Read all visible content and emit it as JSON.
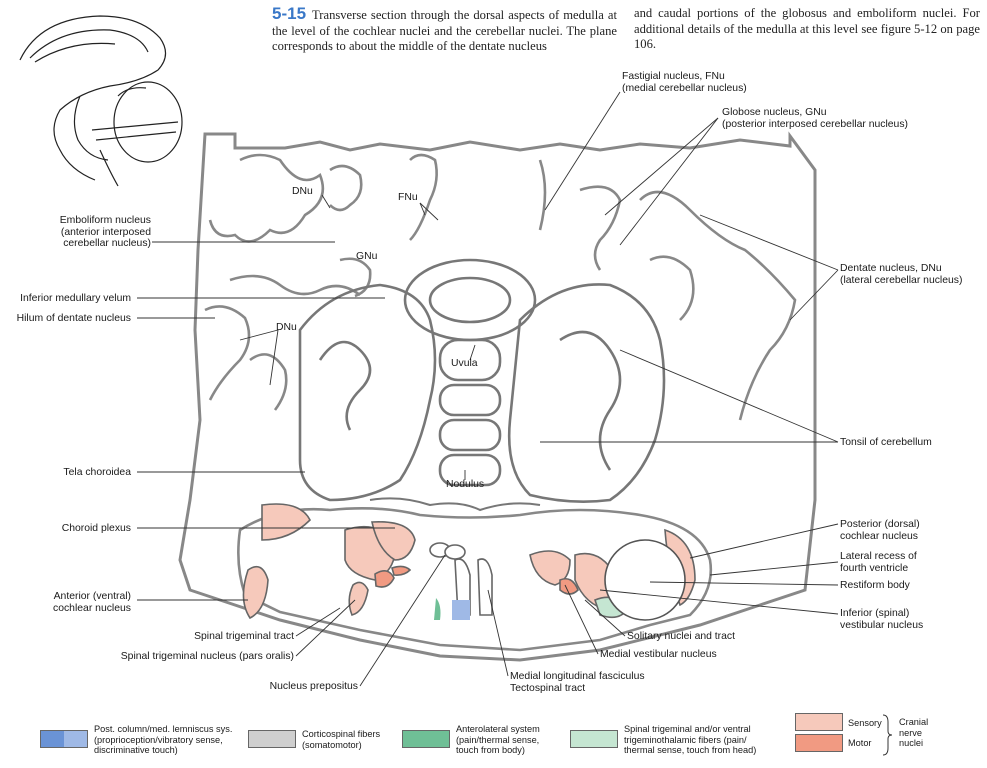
{
  "caption": {
    "figure_number": "5-15",
    "left_text": "Transverse section through the dorsal aspects of medulla at the level of the cochlear nuclei and the cerebellar nuclei. The plane corresponds to about the middle of the dentate nucleus",
    "right_text": "and caudal portions of the globosus and emboliform nuclei. For additional details of the medulla at this level see figure 5-12 on page 106."
  },
  "labels": {
    "fastigial": [
      "Fastigial nucleus, FNu",
      "(medial cerebellar nucleus)"
    ],
    "globose": [
      "Globose nucleus, GNu",
      "(posterior interposed cerebellar nucleus)"
    ],
    "emboliform": [
      "Emboliform nucleus",
      "(anterior interposed",
      "cerebellar nucleus)"
    ],
    "dentate": [
      "Dentate nucleus, DNu",
      "(lateral cerebellar nucleus)"
    ],
    "inferior_medullary_velum": "Inferior medullary velum",
    "hilum_dentate": "Hilum of dentate nucleus",
    "tonsil": "Tonsil of cerebellum",
    "tela_choroidea": "Tela choroidea",
    "choroid_plexus": "Choroid plexus",
    "posterior_cochlear": [
      "Posterior (dorsal)",
      "cochlear nucleus"
    ],
    "lateral_recess": [
      "Lateral recess of",
      "fourth ventricle"
    ],
    "restiform": "Restiform body",
    "inferior_vestibular": [
      "Inferior (spinal)",
      "vestibular nucleus"
    ],
    "anterior_cochlear": [
      "Anterior (ventral)",
      "cochlear nucleus"
    ],
    "spinal_trig_tract": "Spinal trigeminal tract",
    "spinal_trig_nucleus": "Spinal trigeminal nucleus (pars oralis)",
    "nucleus_prepositus": "Nucleus prepositus",
    "solitary": "Solitary nuclei and tract",
    "medial_vestibular": "Medial vestibular nucleus",
    "mlf": [
      "Medial longitudinal fasciculus",
      "Tectospinal tract"
    ],
    "inner_dnu_top": "DNu",
    "inner_fnu": "FNu",
    "inner_gnu": "GNu",
    "inner_dnu_left": "DNu",
    "uvula": "Uvula",
    "nodulus": "Nodulus"
  },
  "legend": [
    {
      "text": [
        "Post. column/med. lemniscus sys.",
        "(proprioception/vibratory sense,",
        "discriminative touch)"
      ],
      "colors": [
        "#6a93d6",
        "#9fb9e6"
      ]
    },
    {
      "text": [
        "Corticospinal fibers",
        "(somatomotor)"
      ],
      "colors": [
        "#cfcfcf"
      ]
    },
    {
      "text": [
        "Anterolateral system",
        "(pain/thermal sense,",
        "touch from body)"
      ],
      "colors": [
        "#6fbf96"
      ]
    },
    {
      "text": [
        "Spinal trigeminal and/or ventral",
        "trigeminothalamic fibers (pain/",
        "thermal sense, touch from head)"
      ],
      "colors": [
        "#c5e6d2"
      ]
    }
  ],
  "legend_cranial": {
    "sensory": "Sensory",
    "motor": "Motor",
    "group_label": [
      "Cranial",
      "nerve",
      "nuclei"
    ],
    "sensory_color": "#f6c9bb",
    "motor_color": "#f19a82"
  }
}
